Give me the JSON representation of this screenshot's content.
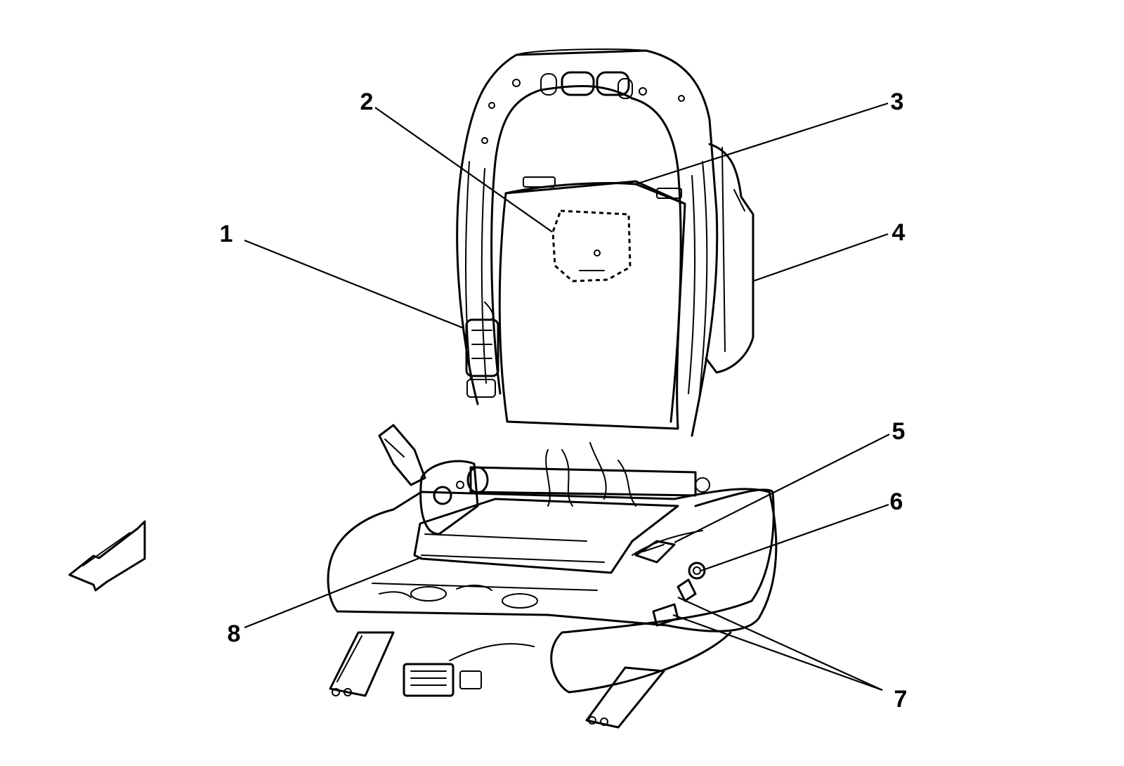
{
  "diagram": {
    "callouts": [
      {
        "id": "1",
        "label": "1"
      },
      {
        "id": "2",
        "label": "2"
      },
      {
        "id": "3",
        "label": "3"
      },
      {
        "id": "4",
        "label": "4"
      },
      {
        "id": "5",
        "label": "5"
      },
      {
        "id": "6",
        "label": "6"
      },
      {
        "id": "7",
        "label": "7"
      },
      {
        "id": "8",
        "label": "8"
      }
    ],
    "line_color": "#000000",
    "background": "#ffffff"
  }
}
